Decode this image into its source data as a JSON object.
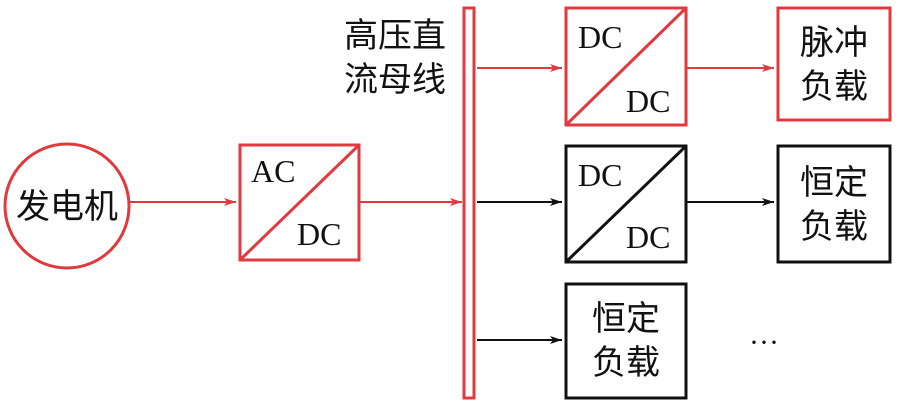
{
  "colors": {
    "accent": "#e03a3e",
    "ink": "#111111",
    "background": "#ffffff"
  },
  "generator": {
    "label": "发电机"
  },
  "converter_ac_dc": {
    "top": "AC",
    "bottom": "DC"
  },
  "bus": {
    "label_line1": "高压直",
    "label_line2": "流母线"
  },
  "converter_dc_dc_pulse": {
    "top": "DC",
    "bottom": "DC"
  },
  "converter_dc_dc_constant": {
    "top": "DC",
    "bottom": "DC"
  },
  "load_pulse": {
    "line1": "脉冲",
    "line2": "负载"
  },
  "load_constant_1": {
    "line1": "恒定",
    "line2": "负载"
  },
  "load_constant_2": {
    "line1": "恒定",
    "line2": "负载"
  },
  "continuation": {
    "label": "···"
  }
}
